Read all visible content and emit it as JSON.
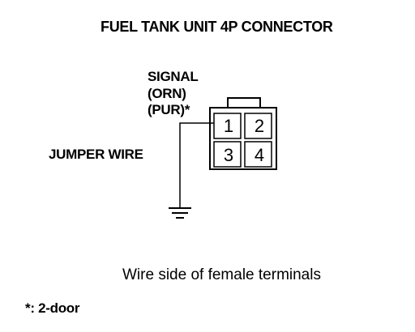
{
  "title": "FUEL TANK UNIT 4P CONNECTOR",
  "signal_label": {
    "line1": "SIGNAL",
    "line2": "(ORN)",
    "line3": "(PUR)*"
  },
  "jumper_label": "JUMPER WIRE",
  "terminals": [
    "1",
    "2",
    "3",
    "4"
  ],
  "caption": "Wire side of female terminals",
  "footnote": "*: 2-door",
  "icons": {
    "ground": "ground-symbol-icon"
  }
}
